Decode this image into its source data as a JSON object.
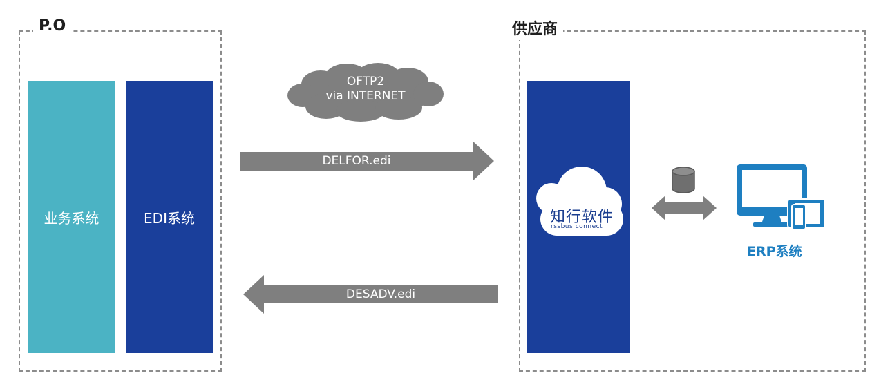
{
  "po_group": {
    "label": "P.O"
  },
  "supplier_group": {
    "label": "供应商"
  },
  "business_system": {
    "label": "业务系统",
    "color": "#4bb3c4"
  },
  "edi_system": {
    "label": "EDI系统",
    "color": "#1a3f9b"
  },
  "cloud": {
    "line1": "OFTP2",
    "line2": "via INTERNET",
    "color": "#7f7f7f"
  },
  "delfor_arrow": {
    "label": "DELFOR.edi",
    "direction": "right",
    "color": "#7f7f7f"
  },
  "desadv_arrow": {
    "label": "DESADV.edi",
    "direction": "left",
    "color": "#7f7f7f"
  },
  "supplier_block": {
    "color": "#1a3f9b",
    "logo": {
      "icon": "cloud-logo-icon",
      "name_cn": "知行软件",
      "name_en": "rssbus|connect"
    }
  },
  "sync_arrow": {
    "icon": "double-arrow-icon",
    "color": "#7f7f7f"
  },
  "database": {
    "icon": "database-icon"
  },
  "erp": {
    "label": "ERP系统",
    "icon": "devices-icon",
    "color": "#1e7fc1"
  }
}
